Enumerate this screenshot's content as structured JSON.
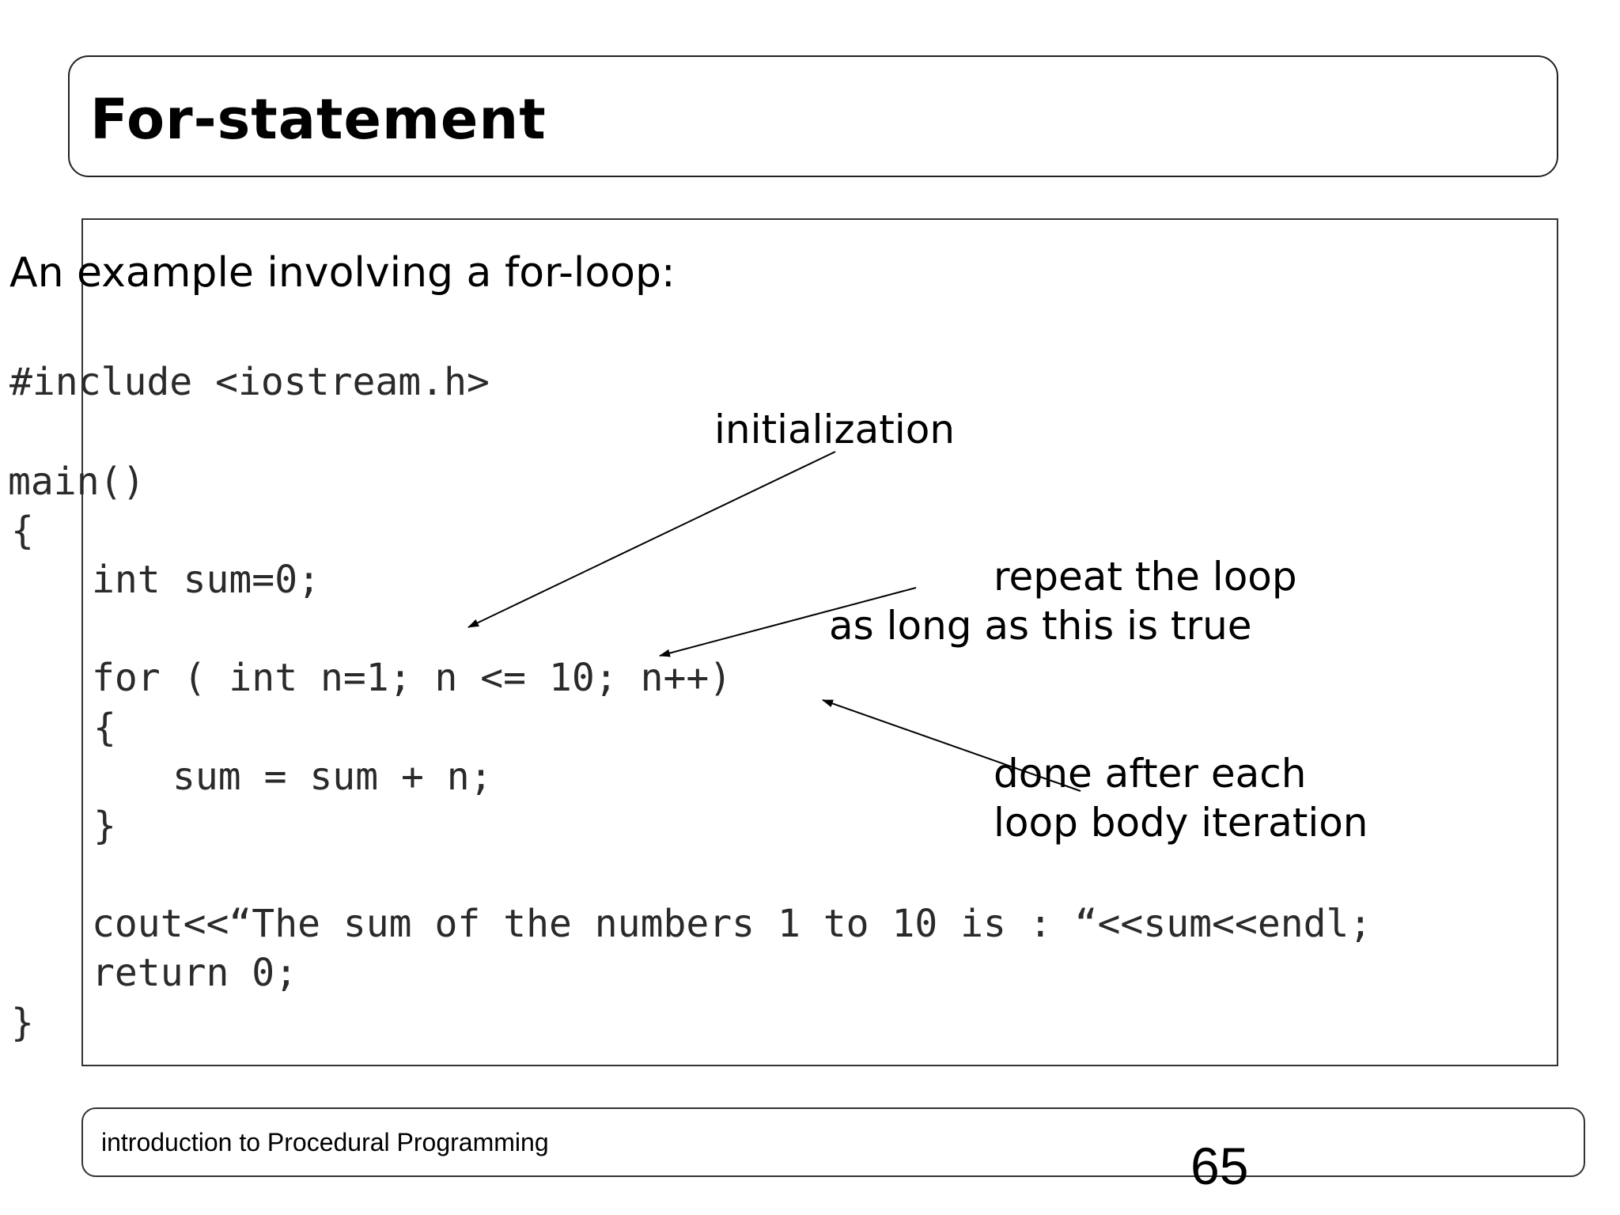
{
  "slide": {
    "title": "For-statement",
    "intro": "An example involving a for-loop:",
    "code_lines": [
      "#include <iostream.h>",
      "main()",
      "{",
      "int sum=0;",
      "for ( int n=1; n <= 10; n++)",
      "{",
      "sum = sum + n;",
      "}",
      "cout<<“The sum of the numbers 1 to 10 is : “<<sum<<endl;",
      "return 0;",
      "}"
    ],
    "annotations": {
      "initialization": "initialization",
      "condition_line1": "repeat the loop",
      "condition_line2": "as long as this is true",
      "increment_line1": "done after each",
      "increment_line2": "loop body iteration"
    }
  },
  "footer": {
    "course": "introduction to Procedural Programming",
    "page_number": "65"
  }
}
